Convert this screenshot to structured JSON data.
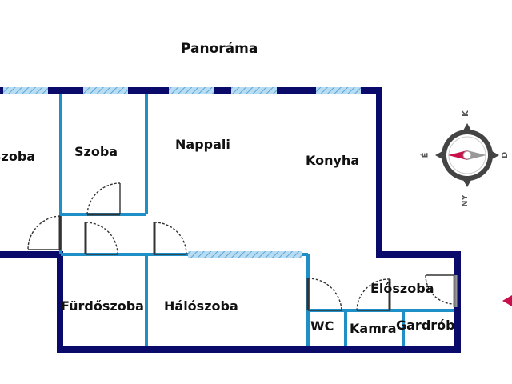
{
  "title": "Panoráma",
  "rooms": {
    "szoba_left": "Szoba",
    "szoba": "Szoba",
    "nappali": "Nappali",
    "konyha": "Konyha",
    "furdoszoba": "Fürdőszoba",
    "haloszoba": "Hálószoba",
    "eloszoba": "Előszoba",
    "wc": "WC",
    "kamra": "Kamra",
    "gardrob": "Gardrób"
  },
  "compass": {
    "north": "K",
    "south": "NY",
    "west": "É",
    "east": "D"
  },
  "colors": {
    "outer_wall": "#0a0a6b",
    "inner_wall": "#1f8fc8",
    "window": "#8fc5e8",
    "door": "#333333",
    "needle": "#c8104a",
    "marker": "#c8104a"
  }
}
